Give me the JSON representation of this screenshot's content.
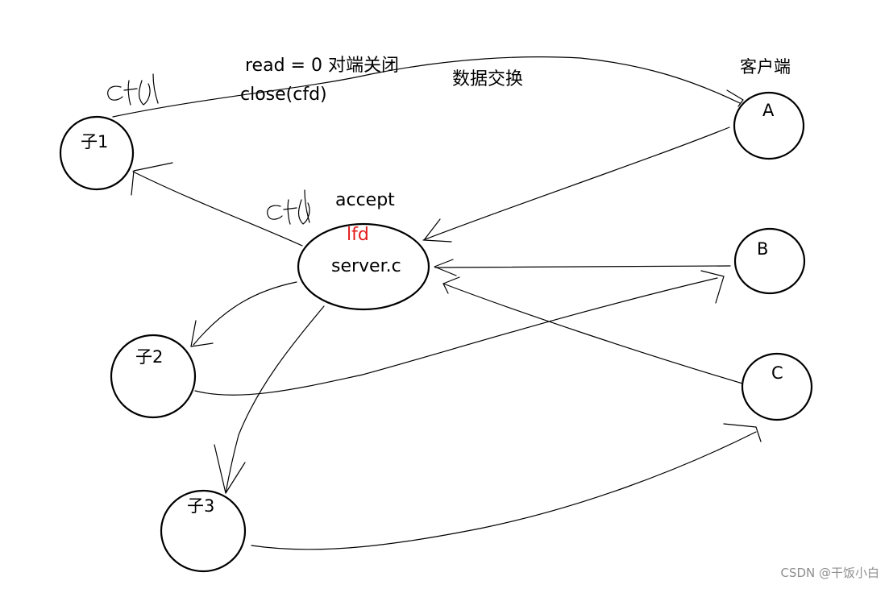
{
  "nodes": {
    "child1": "子1",
    "child2": "子2",
    "child3": "子3",
    "server_name": "server.c",
    "server_fd": "lfd",
    "server_call": "accept",
    "client_a": "A",
    "client_b": "B",
    "client_c": "C"
  },
  "labels": {
    "read_zero": "read = 0 对端关闭",
    "close_cfd": "close(cfd)",
    "data_exchange": "数据交换",
    "clients": "客户端"
  },
  "handwritten": {
    "cfd_top": "cfd",
    "cfd_mid": "cfd"
  },
  "watermark": "CSDN @干饭小白",
  "colors": {
    "stroke": "#000000",
    "fd_label": "#e31b1b",
    "watermark": "#8f8f8f"
  }
}
